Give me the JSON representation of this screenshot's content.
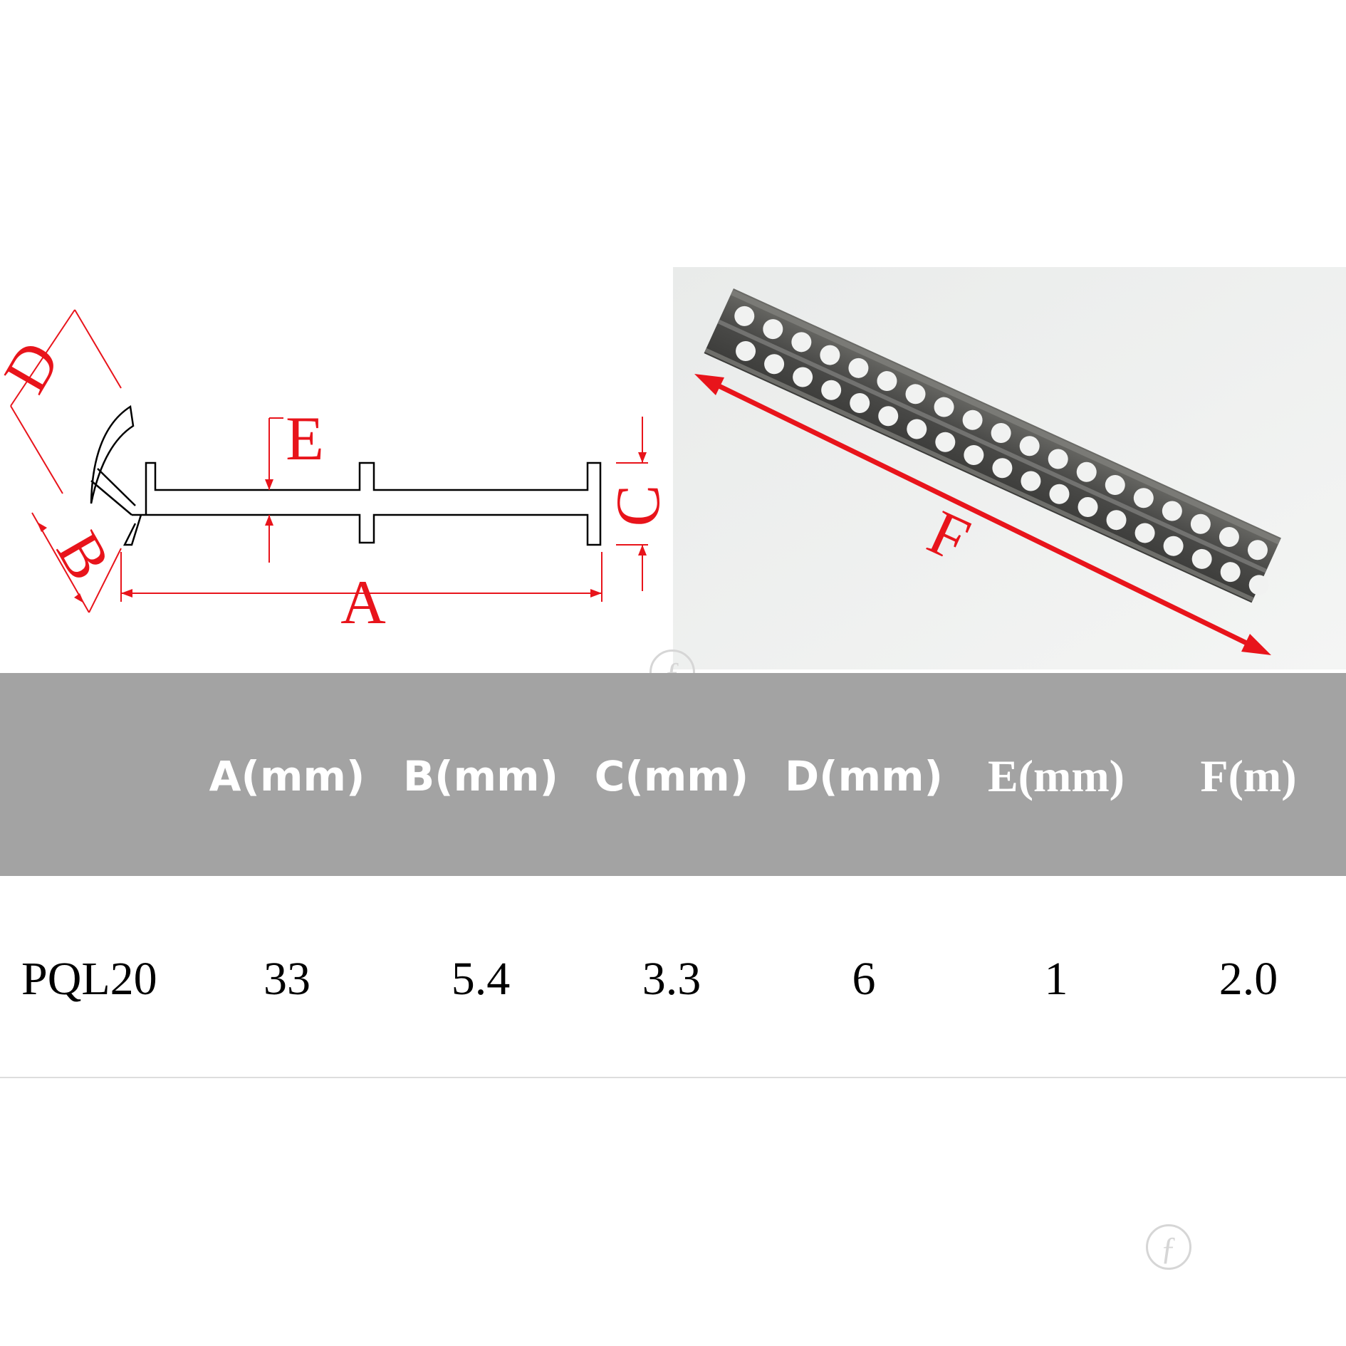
{
  "diagram": {
    "labels": {
      "a": "A",
      "b": "B",
      "c": "C",
      "d": "D",
      "e": "E"
    },
    "dimension_color": "#e8141b",
    "outline_color": "#000000"
  },
  "photo": {
    "label": "F",
    "arrow_color": "#e8141b",
    "strip_color": "#4a4a48"
  },
  "table": {
    "header_bg": "#a3a3a3",
    "headers": [
      "A(mm)",
      "B(mm)",
      "C(mm)",
      "D(mm)",
      "E(mm)",
      "F(m)"
    ],
    "rows": [
      {
        "model": "PQL20",
        "values": [
          "33",
          "5.4",
          "3.3",
          "6",
          "1",
          "2.0"
        ]
      }
    ]
  }
}
